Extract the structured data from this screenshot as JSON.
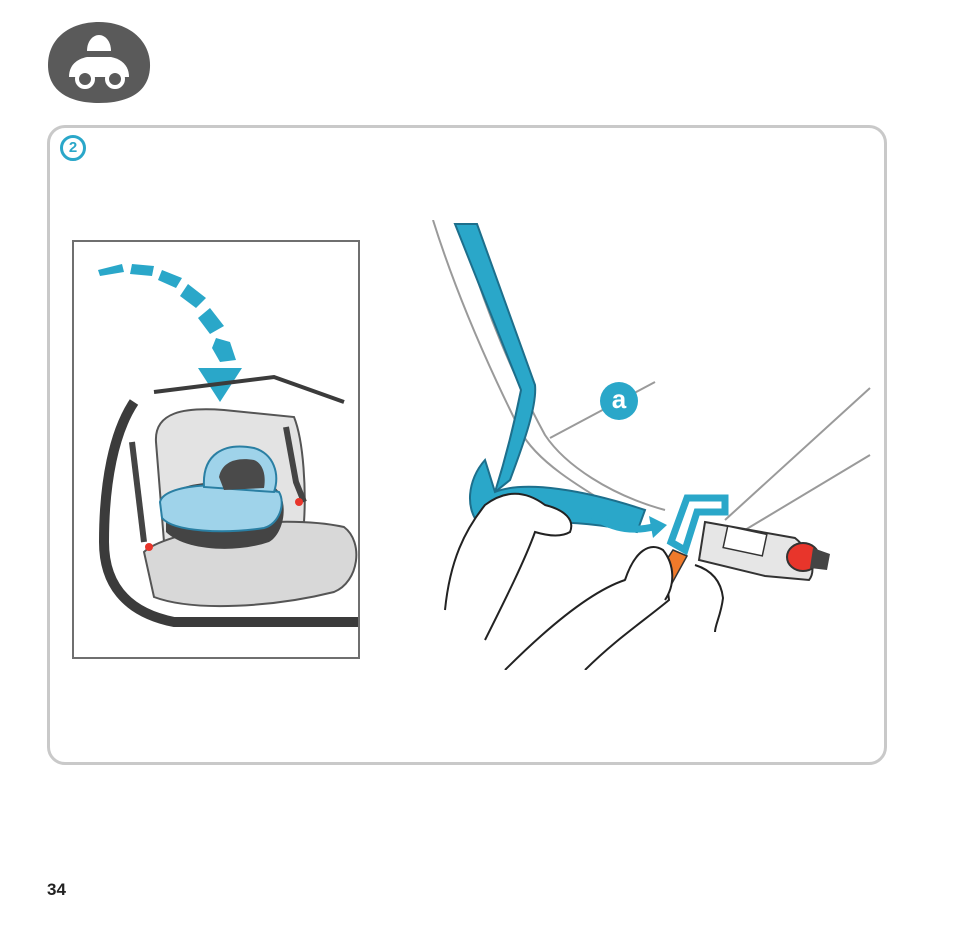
{
  "header": {
    "badge_icon": "car-icon",
    "badge_color": "#5a5a5a"
  },
  "step": {
    "number": "2"
  },
  "callouts": {
    "a": "a"
  },
  "footer": {
    "page_number": "34"
  },
  "colors": {
    "accent": "#2aa7c9",
    "panel_border": "#c9c9c9",
    "seat_gray": "#d8d8d8",
    "handle_orange": "#f07a2a",
    "led_red": "#e8352b"
  }
}
